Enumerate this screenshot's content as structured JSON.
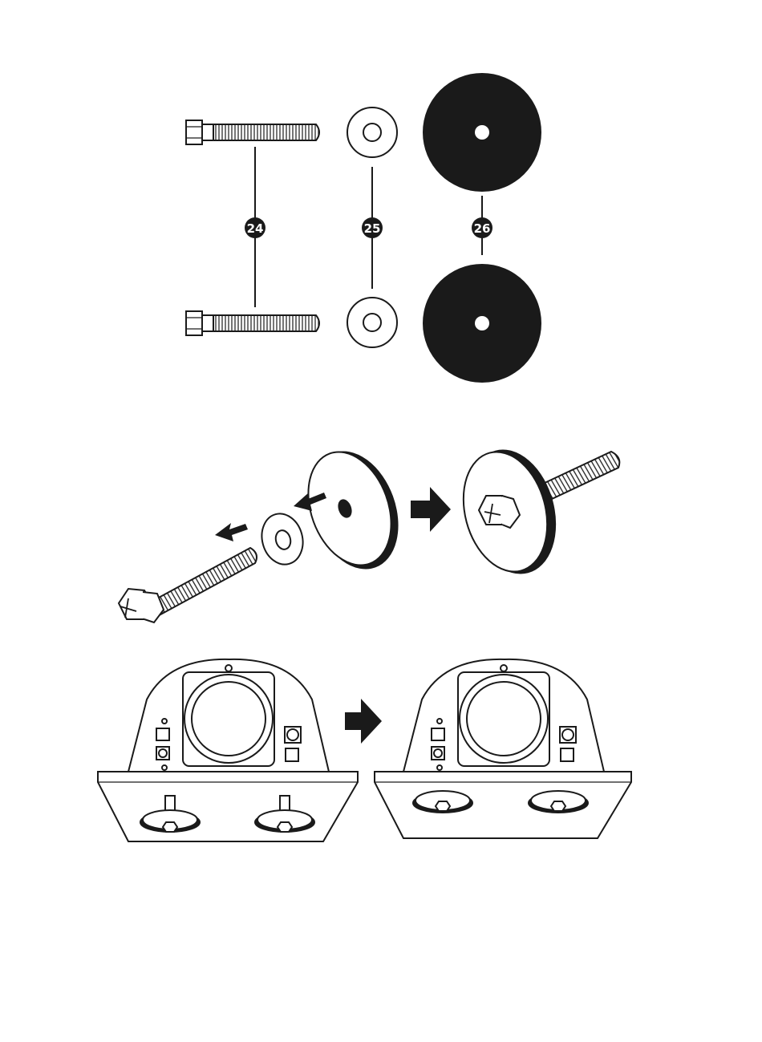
{
  "parts": {
    "bolt": {
      "number": "24"
    },
    "washer": {
      "number": "25"
    },
    "pad": {
      "number": "26"
    }
  },
  "colors": {
    "ink": "#1a1a1a",
    "paper": "#ffffff",
    "badge_fill": "#1a1a1a",
    "badge_text": "#ffffff"
  },
  "icons": [
    "hex-bolt-icon",
    "flat-washer-icon",
    "rubber-pad-icon",
    "arrow-right-icon",
    "arrow-left-icon",
    "speaker-cabinet-icon"
  ]
}
